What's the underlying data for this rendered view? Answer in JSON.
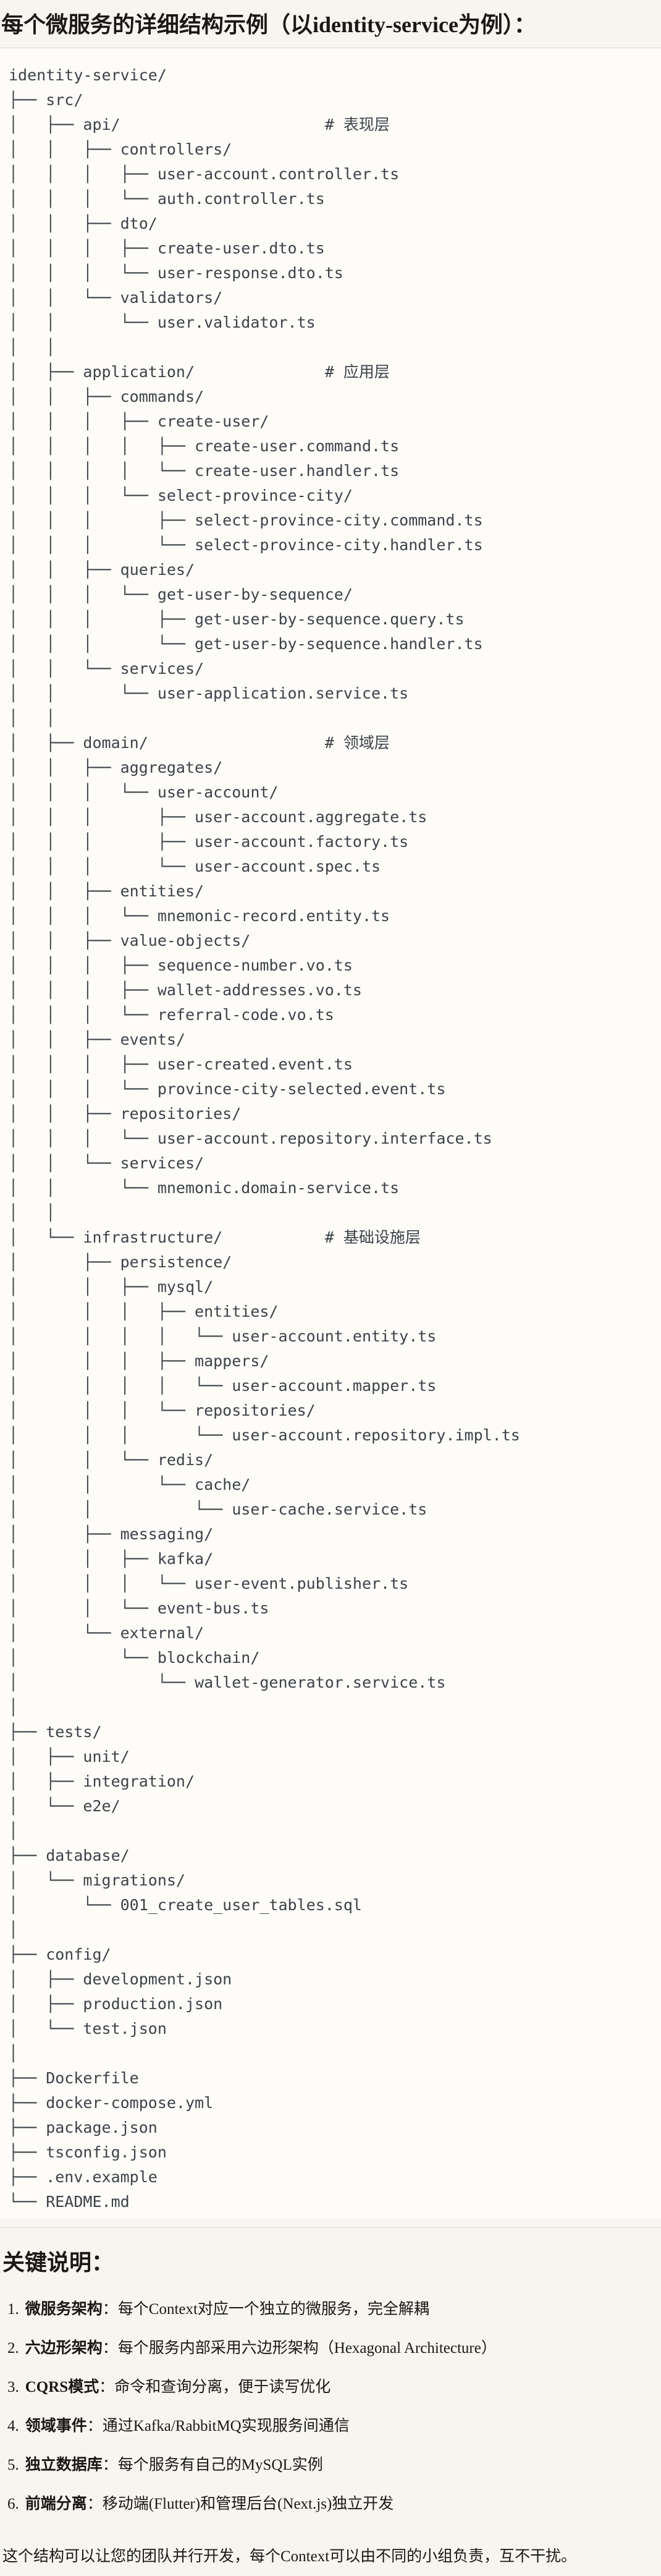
{
  "colors": {
    "page_bg": "#f7f5f0",
    "tree_bg": "#fdfcf9",
    "divider": "#dad7d0",
    "text_main": "#1a1814",
    "text_tree": "#3c4247"
  },
  "header": {
    "title": "每个微服务的详细结构示例（以identity-service为例）："
  },
  "tree": {
    "text": "identity-service/\n├── src/\n│   ├── api/                      # 表现层\n│   │   ├── controllers/\n│   │   │   ├── user-account.controller.ts\n│   │   │   └── auth.controller.ts\n│   │   ├── dto/\n│   │   │   ├── create-user.dto.ts\n│   │   │   └── user-response.dto.ts\n│   │   └── validators/\n│   │       └── user.validator.ts\n│   │\n│   ├── application/              # 应用层\n│   │   ├── commands/\n│   │   │   ├── create-user/\n│   │   │   │   ├── create-user.command.ts\n│   │   │   │   └── create-user.handler.ts\n│   │   │   └── select-province-city/\n│   │   │       ├── select-province-city.command.ts\n│   │   │       └── select-province-city.handler.ts\n│   │   ├── queries/\n│   │   │   └── get-user-by-sequence/\n│   │   │       ├── get-user-by-sequence.query.ts\n│   │   │       └── get-user-by-sequence.handler.ts\n│   │   └── services/\n│   │       └── user-application.service.ts\n│   │\n│   ├── domain/                   # 领域层\n│   │   ├── aggregates/\n│   │   │   └── user-account/\n│   │   │       ├── user-account.aggregate.ts\n│   │   │       ├── user-account.factory.ts\n│   │   │       └── user-account.spec.ts\n│   │   ├── entities/\n│   │   │   └── mnemonic-record.entity.ts\n│   │   ├── value-objects/\n│   │   │   ├── sequence-number.vo.ts\n│   │   │   ├── wallet-addresses.vo.ts\n│   │   │   └── referral-code.vo.ts\n│   │   ├── events/\n│   │   │   ├── user-created.event.ts\n│   │   │   └── province-city-selected.event.ts\n│   │   ├── repositories/\n│   │   │   └── user-account.repository.interface.ts\n│   │   └── services/\n│   │       └── mnemonic.domain-service.ts\n│   │\n│   └── infrastructure/           # 基础设施层\n│       ├── persistence/\n│       │   ├── mysql/\n│       │   │   ├── entities/\n│       │   │   │   └── user-account.entity.ts\n│       │   │   ├── mappers/\n│       │   │   │   └── user-account.mapper.ts\n│       │   │   └── repositories/\n│       │   │       └── user-account.repository.impl.ts\n│       │   └── redis/\n│       │       └── cache/\n│       │           └── user-cache.service.ts\n│       ├── messaging/\n│       │   ├── kafka/\n│       │   │   └── user-event.publisher.ts\n│       │   └── event-bus.ts\n│       └── external/\n│           └── blockchain/\n│               └── wallet-generator.service.ts\n│\n├── tests/\n│   ├── unit/\n│   ├── integration/\n│   └── e2e/\n│\n├── database/\n│   └── migrations/\n│       └── 001_create_user_tables.sql\n│\n├── config/\n│   ├── development.json\n│   ├── production.json\n│   └── test.json\n│\n├── Dockerfile\n├── docker-compose.yml\n├── package.json\n├── tsconfig.json\n├── .env.example\n└── README.md"
  },
  "notes": {
    "heading": "关键说明：",
    "items": [
      {
        "num": "1.",
        "term": "微服务架构",
        "rest": "：每个Context对应一个独立的微服务，完全解耦"
      },
      {
        "num": "2.",
        "term": "六边形架构",
        "rest": "：每个服务内部采用六边形架构（Hexagonal Architecture）"
      },
      {
        "num": "3.",
        "term": "CQRS模式",
        "rest": "：命令和查询分离，便于读写优化"
      },
      {
        "num": "4.",
        "term": "领域事件",
        "rest": "：通过Kafka/RabbitMQ实现服务间通信"
      },
      {
        "num": "5.",
        "term": "独立数据库",
        "rest": "：每个服务有自己的MySQL实例"
      },
      {
        "num": "6.",
        "term": "前端分离",
        "rest": "：移动端(Flutter)和管理后台(Next.js)独立开发"
      }
    ],
    "closing": "这个结构可以让您的团队并行开发，每个Context可以由不同的小组负责，互不干扰。"
  }
}
